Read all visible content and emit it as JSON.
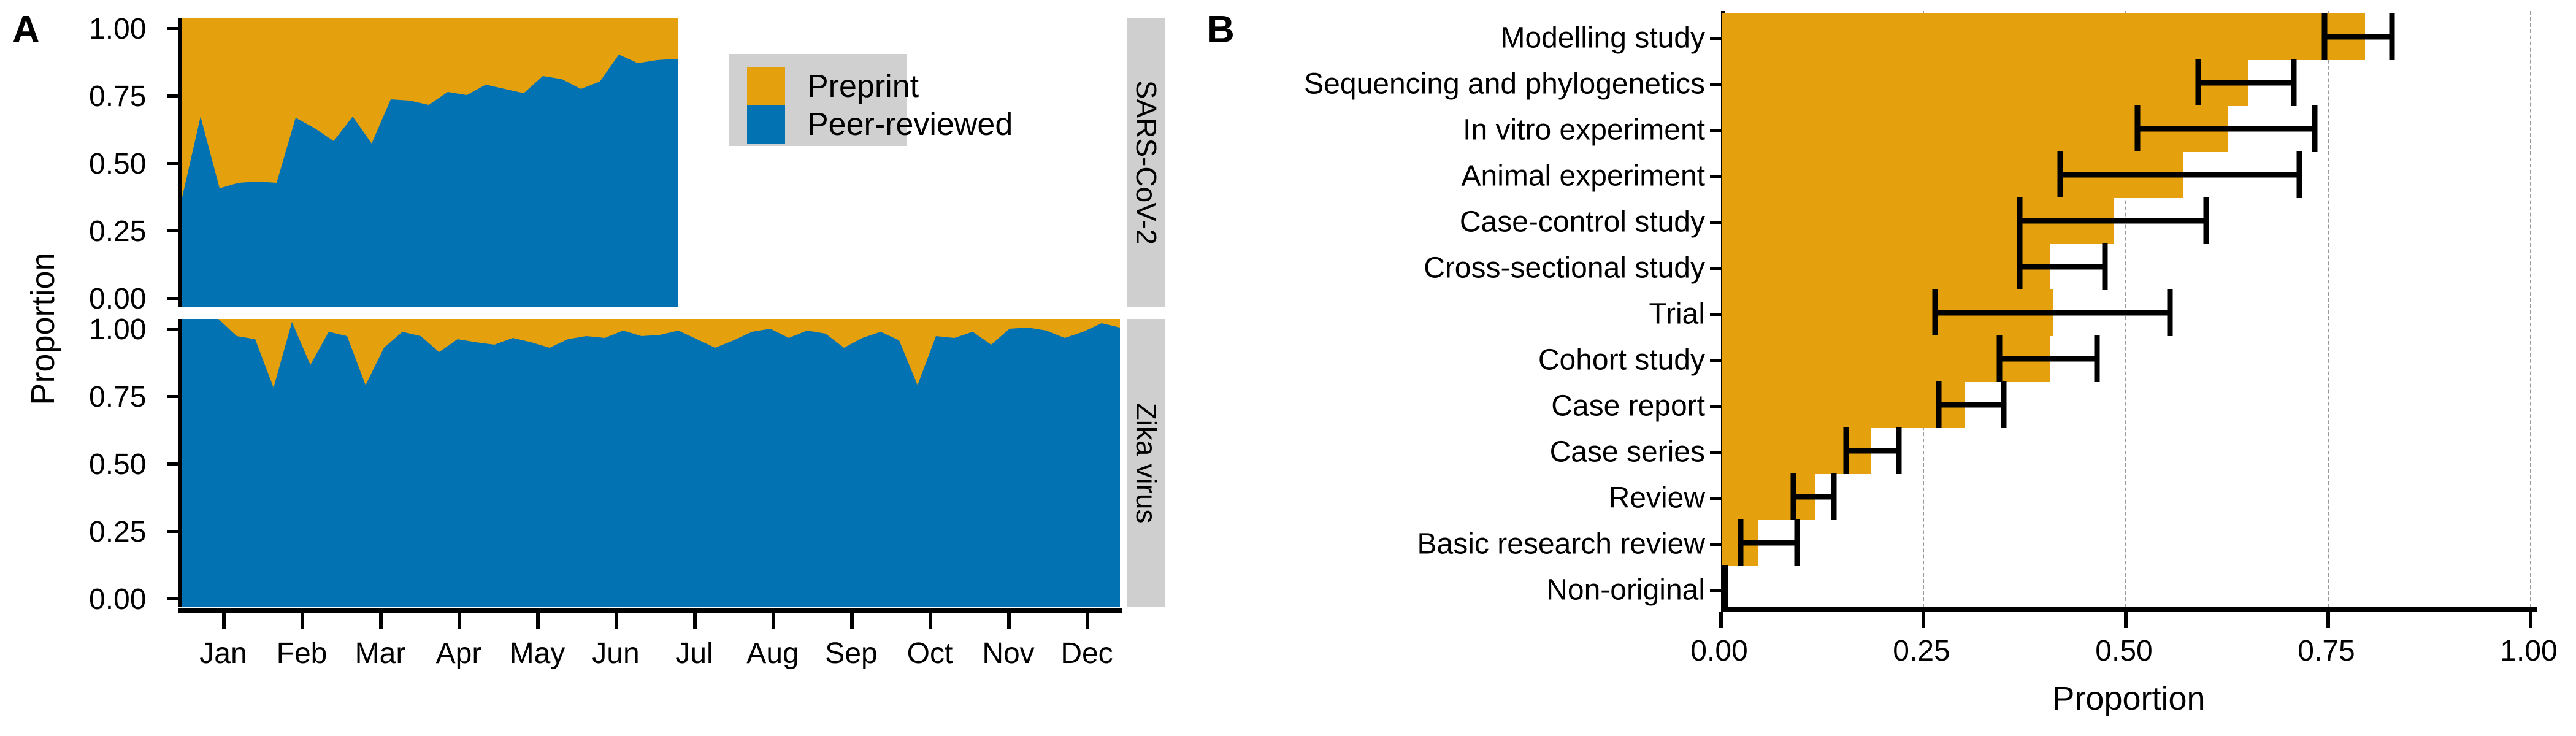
{
  "figure": {
    "panels": [
      {
        "letter": "A"
      },
      {
        "letter": "B"
      }
    ]
  },
  "panelA": {
    "letter": "A",
    "ylabel": "Proportion",
    "y_ticks": [
      "1.00",
      "0.75",
      "0.50",
      "0.25",
      "0.00"
    ],
    "x_ticks": [
      "Jan",
      "Feb",
      "Mar",
      "Apr",
      "May",
      "Jun",
      "Jul",
      "Aug",
      "Sep",
      "Oct",
      "Nov",
      "Dec"
    ],
    "strips": [
      "SARS-CoV-2",
      "Zika virus"
    ],
    "legend": {
      "items": [
        {
          "label": "Preprint",
          "color": "#E5A00D"
        },
        {
          "label": "Peer-reviewed",
          "color": "#0372B3"
        }
      ]
    }
  },
  "panelB": {
    "letter": "B",
    "xlabel": "Proportion",
    "x_ticks": [
      "0.00",
      "0.25",
      "0.50",
      "0.75",
      "1.00"
    ]
  },
  "colors": {
    "preprint": "#E5A00D",
    "peer_reviewed": "#0372B3",
    "strip_bg": "#cfcfcf",
    "legend_bg": "#d0d0d0",
    "bar": "#E5A00D",
    "errorbar": "#000000",
    "grid": "#9a9a9a"
  },
  "chart_data": [
    {
      "type": "area",
      "id": "panelA-sars",
      "title": "SARS-CoV-2",
      "xlabel": "",
      "ylabel": "Proportion",
      "ylim": [
        0,
        1
      ],
      "grid": false,
      "legend_position": "inside-right",
      "stacked": true,
      "x": [
        "Jan w1",
        "Jan w2",
        "Jan w3",
        "Jan w4",
        "Feb w1",
        "Feb w2",
        "Feb w3",
        "Feb w4",
        "Mar w1",
        "Mar w2",
        "Mar w3",
        "Mar w4",
        "Apr w1",
        "Apr w2",
        "Apr w3",
        "Apr w4",
        "May w1",
        "May w2",
        "May w3",
        "May w4",
        "Jun w1",
        "Jun w2",
        "Jun w3",
        "Jun w4",
        "Jul w1",
        "Jul w2",
        "Jul w3"
      ],
      "series": [
        {
          "name": "Peer-reviewed",
          "color": "#0372B3",
          "values": [
            0.37,
            0.66,
            0.41,
            0.43,
            0.435,
            0.43,
            0.655,
            0.62,
            0.575,
            0.66,
            0.565,
            0.72,
            0.715,
            0.7,
            0.745,
            0.735,
            0.77,
            0.755,
            0.74,
            0.8,
            0.79,
            0.755,
            0.78,
            0.875,
            0.845,
            0.855,
            0.86
          ]
        },
        {
          "name": "Preprint",
          "color": "#E5A00D",
          "values": [
            0.63,
            0.34,
            0.59,
            0.57,
            0.565,
            0.57,
            0.345,
            0.38,
            0.425,
            0.34,
            0.435,
            0.28,
            0.285,
            0.3,
            0.255,
            0.265,
            0.23,
            0.245,
            0.26,
            0.2,
            0.21,
            0.245,
            0.22,
            0.125,
            0.155,
            0.145,
            0.14
          ]
        }
      ]
    },
    {
      "type": "area",
      "id": "panelA-zika",
      "title": "Zika virus",
      "xlabel": "",
      "ylabel": "Proportion",
      "ylim": [
        0,
        1
      ],
      "grid": false,
      "stacked": true,
      "x": [
        "Jan",
        "Jan",
        "Feb",
        "Feb",
        "Mar",
        "Mar",
        "Apr",
        "Apr",
        "May",
        "May",
        "Jun",
        "Jun",
        "Jul",
        "Jul",
        "Aug",
        "Aug",
        "Sep",
        "Sep",
        "Oct",
        "Oct",
        "Nov",
        "Nov",
        "Dec",
        "Dec",
        "Dec",
        "Dec",
        "Dec",
        "Dec",
        "Dec",
        "Dec",
        "Dec",
        "Dec",
        "Dec",
        "Dec",
        "Dec",
        "Dec",
        "Dec",
        "Dec",
        "Dec",
        "Dec",
        "Dec",
        "Dec",
        "Dec",
        "Dec",
        "Dec",
        "Dec",
        "Dec",
        "Dec",
        "Dec",
        "Dec",
        "Dec",
        "Dec"
      ],
      "series": [
        {
          "name": "Peer-reviewed",
          "color": "#0372B3",
          "values": [
            1.0,
            0.985,
            0.94,
            0.93,
            0.76,
            0.99,
            0.84,
            0.955,
            0.94,
            0.77,
            0.9,
            0.955,
            0.94,
            0.885,
            0.93,
            0.92,
            0.91,
            0.935,
            0.92,
            0.9,
            0.93,
            0.94,
            0.935,
            0.96,
            0.94,
            0.945,
            0.96,
            0.93,
            0.9,
            0.925,
            0.955,
            0.965,
            0.935,
            0.96,
            0.95,
            0.9,
            0.935,
            0.955,
            0.925,
            0.77,
            0.94,
            0.935,
            0.955,
            0.91,
            0.965,
            0.97,
            0.96,
            0.935,
            0.955,
            0.985,
            0.97,
            0.99
          ]
        },
        {
          "name": "Preprint",
          "color": "#E5A00D",
          "values": [
            0.0,
            0.015,
            0.06,
            0.07,
            0.24,
            0.01,
            0.16,
            0.045,
            0.06,
            0.23,
            0.1,
            0.045,
            0.06,
            0.115,
            0.07,
            0.08,
            0.09,
            0.065,
            0.08,
            0.1,
            0.07,
            0.06,
            0.065,
            0.04,
            0.06,
            0.055,
            0.04,
            0.07,
            0.1,
            0.075,
            0.045,
            0.035,
            0.065,
            0.04,
            0.05,
            0.1,
            0.065,
            0.045,
            0.075,
            0.23,
            0.06,
            0.065,
            0.045,
            0.09,
            0.035,
            0.03,
            0.04,
            0.065,
            0.045,
            0.015,
            0.03,
            0.01
          ]
        }
      ]
    },
    {
      "type": "bar",
      "id": "panelB",
      "orientation": "horizontal",
      "title": "",
      "xlabel": "Proportion",
      "ylabel": "",
      "xlim": [
        0,
        1
      ],
      "grid": true,
      "bar_color": "#E5A00D",
      "categories": [
        "Modelling study",
        "Sequencing and phylogenetics",
        "In vitro experiment",
        "Animal experiment",
        "Case-control study",
        "Cross-sectional study",
        "Trial",
        "Cohort study",
        "Case report",
        "Case series",
        "Review",
        "Basic research review",
        "Non-original"
      ],
      "values": [
        0.795,
        0.65,
        0.625,
        0.57,
        0.485,
        0.405,
        0.41,
        0.405,
        0.3,
        0.185,
        0.115,
        0.045,
        0.008
      ],
      "ci_lower": [
        0.745,
        0.59,
        0.515,
        0.42,
        0.37,
        0.37,
        0.265,
        0.345,
        0.27,
        0.155,
        0.09,
        0.025,
        0.0
      ],
      "ci_upper": [
        0.83,
        0.705,
        0.73,
        0.715,
        0.6,
        0.475,
        0.555,
        0.465,
        0.35,
        0.22,
        0.14,
        0.095,
        0.01
      ]
    }
  ]
}
